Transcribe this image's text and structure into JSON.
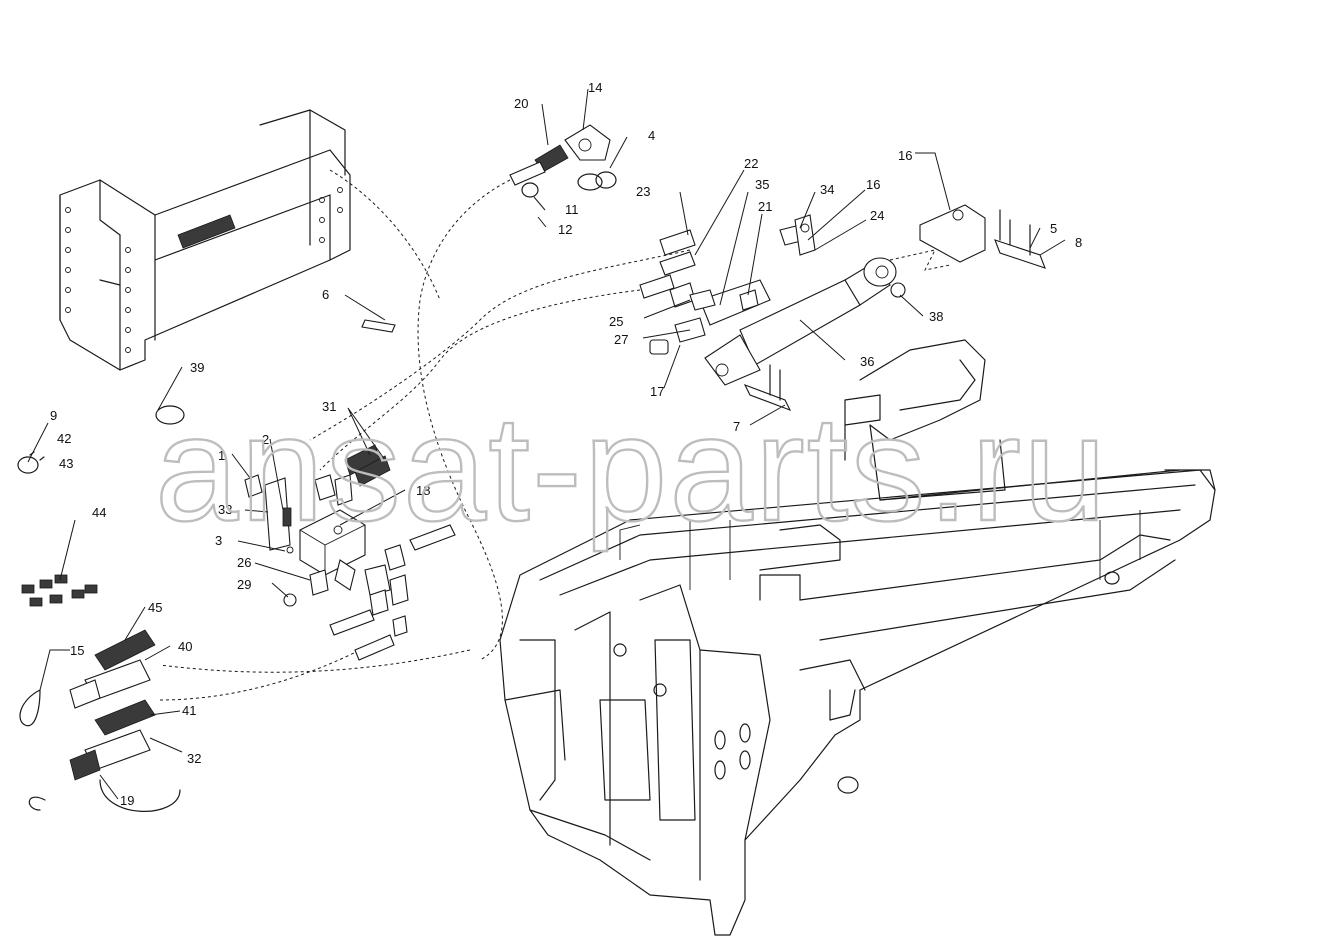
{
  "watermark": "ansat-parts.ru",
  "labels": [
    "1",
    "2",
    "3",
    "4",
    "5",
    "6",
    "7",
    "8",
    "9",
    "11",
    "12",
    "14",
    "15",
    "16",
    "16",
    "17",
    "18",
    "19",
    "20",
    "21",
    "22",
    "23",
    "24",
    "25",
    "26",
    "27",
    "29",
    "31",
    "32",
    "33",
    "34",
    "35",
    "36",
    "38",
    "39",
    "40",
    "41",
    "42",
    "43",
    "44",
    "45"
  ]
}
